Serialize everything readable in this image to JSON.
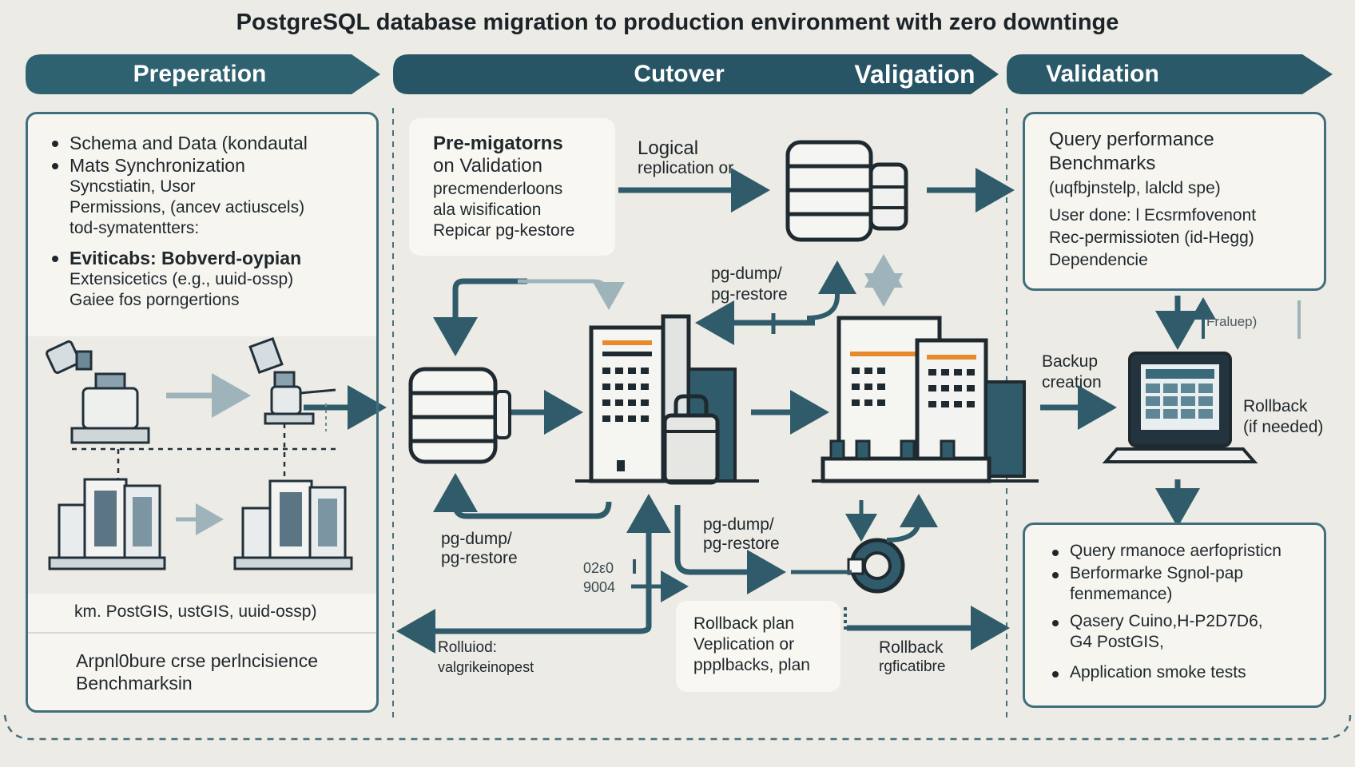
{
  "title": "PostgreSQL database migration to production environment with zero downtinge",
  "phases": {
    "preparation": "Preperation",
    "cutover": "Cutover",
    "valigation": "Valigation",
    "validation": "Validation"
  },
  "prep_panel": {
    "bullet1_line1": "Schema and Data (kondautal",
    "bullet1_line2": "Mats Synchronization",
    "bullet1_line3": "Syncstiatin, Usor",
    "bullet1_line4": "Permissions, (ancev actiuscels)",
    "bullet1_line5": "tod-symatentters:",
    "bullet2_line1": "Eviticabs: Bobverd-oypian",
    "bullet2_line2": "Extensicetics (e.g., uuid-ossp)",
    "bullet2_line3": "Gaiee fos porngertions",
    "extensions_note": "km. PostGIS, ustGIS, uuid-ossp)",
    "bench_line1": "Arpnl0bure crse perlncisience",
    "bench_line2": "Benchmarksin"
  },
  "premig_card": {
    "line1": "Pre-migatorns",
    "line2": "on Validation",
    "line3": "precmenderloons",
    "line4": "ala wisification",
    "line5": "Repicar pg-kestore"
  },
  "labels": {
    "logical_line1": "Logical",
    "logical_line2": "replication or",
    "pgdump_top_line1": "pg-dump/",
    "pgdump_top_line2": "pg-restore",
    "pgdump_left_line1": "pg-dump/",
    "pgdump_left_line2": "pg-restore",
    "pgdump_mid_line1": "pg-dump/",
    "pgdump_mid_line2": "pg-restore",
    "port_line1": "02ε0",
    "port_line2": "9004",
    "rollbion_line1": "Rolluiod:",
    "rollbion_line2": "valgrikeinopest",
    "rollback_repl_line1": "Rollback",
    "rollback_repl_line2": "rgficatibre",
    "backup_line1": "Backup",
    "backup_line2": "creation",
    "rollback_line1": "Rollback",
    "rollback_line2": "(if needed)",
    "fraluep": "Fraluep)"
  },
  "rollback_card": {
    "line1": "Rollback plan",
    "line2": "Veplication or",
    "line3": "ppplbacks, plan"
  },
  "query_card": {
    "line1": "Query performance",
    "line2": "Benchmarks",
    "line3": "(uqfbjnstelp, lalcld spe)",
    "line4": "User done: l Ecsrmfovenont",
    "line5": "Rec-permissioten (id-Hegg)",
    "line6": "Dependencie"
  },
  "tests_card": {
    "item1": "Query rmanoce aerfopristicn",
    "item2_line1": "Berformarke Sgnol-pap",
    "item2_line2": "fenmemance)",
    "item3_line1": "Qasery Cuino,H-P2D7D6,",
    "item3_line2": "G4 PostGIS,",
    "item4": "Application smoke tests"
  },
  "colors": {
    "teal_dark": "#2e5f6c",
    "teal_arrow": "#2f5b6a",
    "navy": "#2c4e63",
    "background": "#ecebe5",
    "orange_accent": "#e88a2c"
  }
}
